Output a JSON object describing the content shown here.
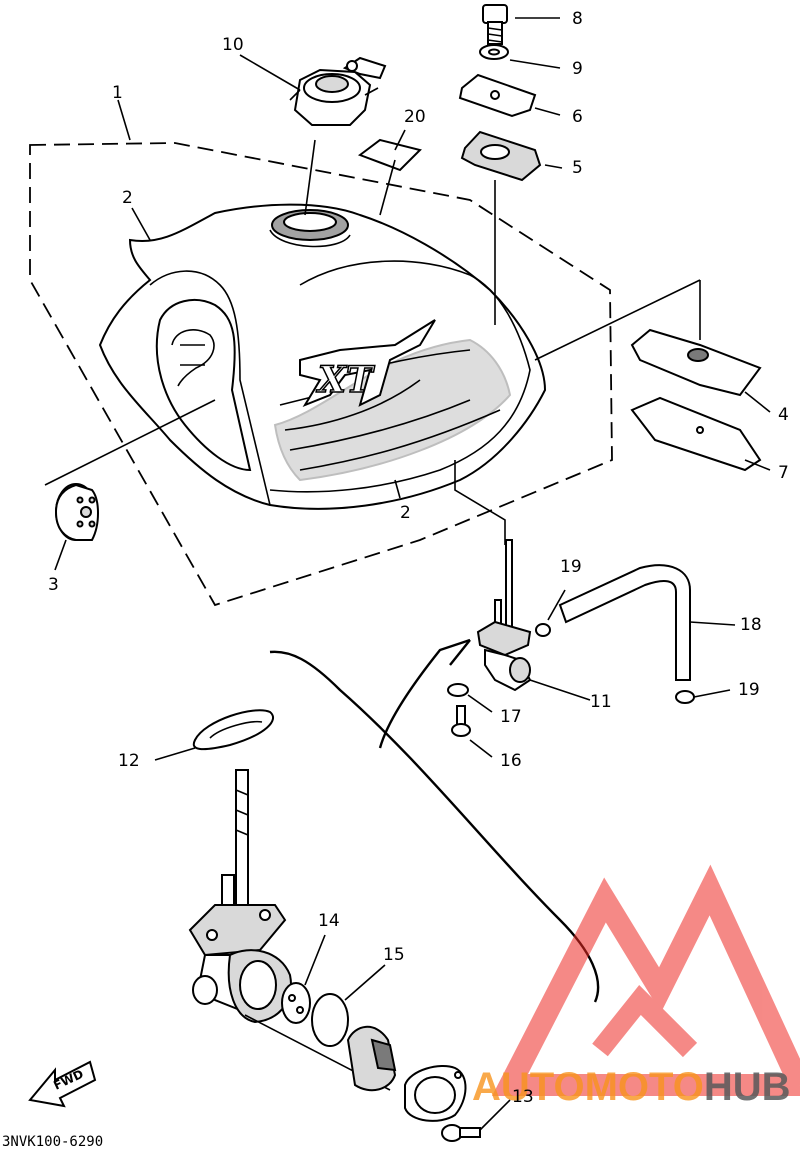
{
  "diagram": {
    "part_code": "3NVK100-6290",
    "fwd_label": "FWD",
    "decal_text": "XT",
    "callouts": {
      "c1": "1",
      "c2a": "2",
      "c2b": "2",
      "c3": "3",
      "c4": "4",
      "c5": "5",
      "c6": "6",
      "c7": "7",
      "c8": "8",
      "c9": "9",
      "c10": "10",
      "c11": "11",
      "c12": "12",
      "c13": "13",
      "c14": "14",
      "c15": "15",
      "c16": "16",
      "c17": "17",
      "c18": "18",
      "c19a": "19",
      "c19b": "19",
      "c20": "20"
    }
  },
  "watermark": {
    "part1": "AUTOMOTO",
    "part2": "HUB",
    "colors": {
      "triangle": "#ee2a24",
      "text_orange": "#f7941d",
      "text_gray": "#58595b"
    }
  }
}
